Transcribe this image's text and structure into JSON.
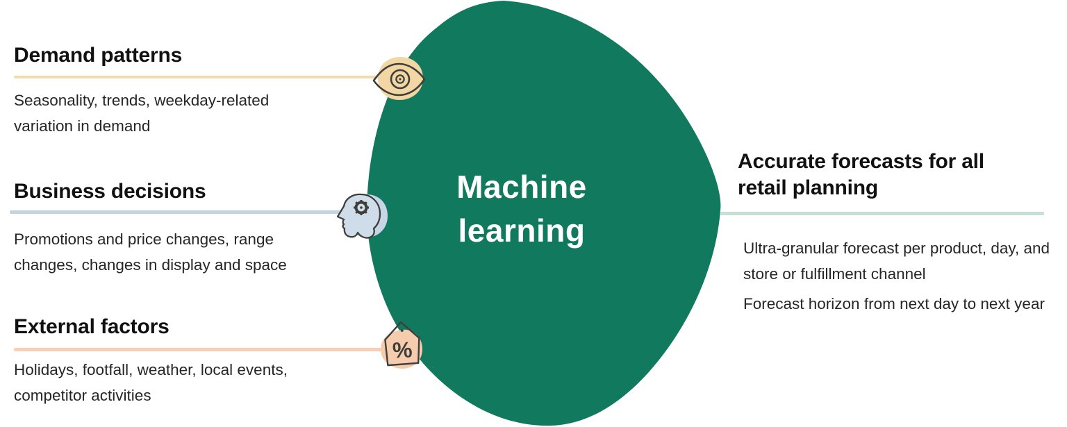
{
  "diagram": {
    "center_label": "Machine learning",
    "inputs": [
      {
        "title": "Demand patterns",
        "description": "Seasonality, trends, weekday-related variation in demand",
        "icon": "eye-icon",
        "accent": "#f3dcab"
      },
      {
        "title": "Business decisions",
        "description": "Promotions and price changes, range changes, changes in display and space",
        "icon": "head-gear-icon",
        "accent": "#c5d3e0"
      },
      {
        "title": "External factors",
        "description": "Holidays, footfall, weather, local events, competitor activities",
        "icon": "percent-tag-icon",
        "accent": "#f8cfb4"
      }
    ],
    "output": {
      "title": "Accurate forecasts for all retail planning",
      "points": [
        "Ultra-granular forecast per product, day, and store or fulfillment channel",
        "Forecast horizon from next day to next year"
      ],
      "accent": "#c6ded3"
    },
    "icons": {
      "percent_symbol": "%"
    },
    "colors": {
      "blob-green": "#117a5e",
      "accent-demand": "#f3dcab",
      "accent-business": "#c5d3e0",
      "accent-external": "#f8cfb4",
      "accent-output": "#c6ded3",
      "blob-cream": "#f2d7a4",
      "blob-blue": "#c7d6e6",
      "blob-peach": "#f6ccae",
      "head-fill": "#cfdcea",
      "icon-stroke": "#3f3f3a"
    }
  }
}
